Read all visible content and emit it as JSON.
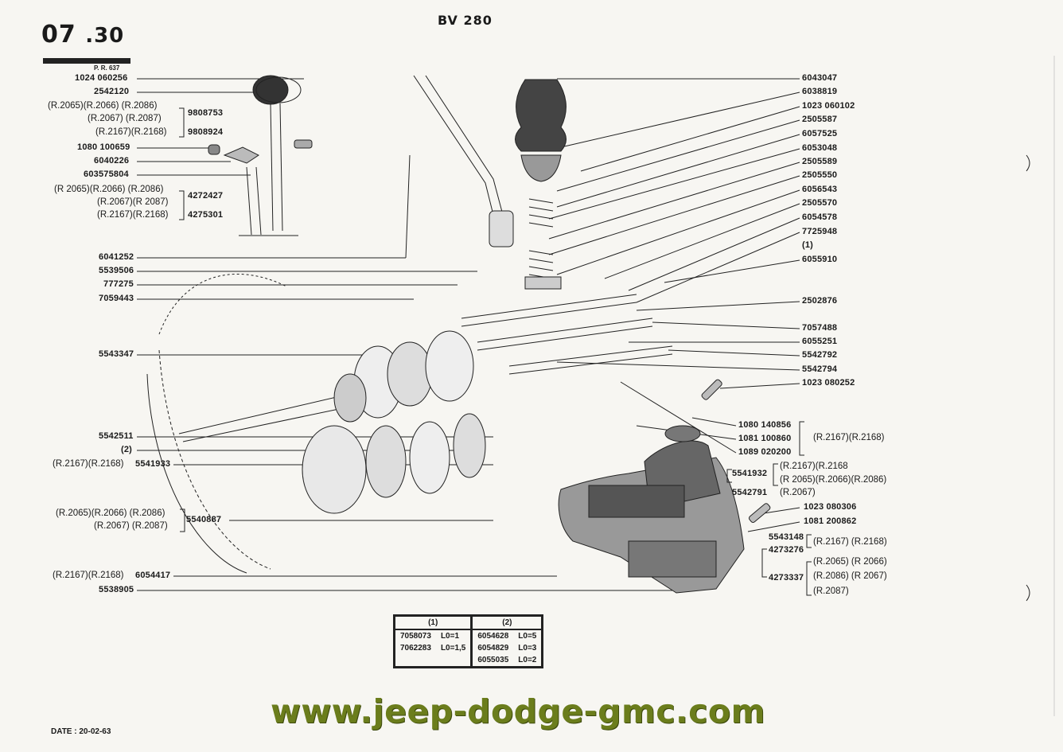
{
  "header": {
    "section_main": "07",
    "section_sub": ".30",
    "pr": "P. R. 637",
    "title": "BV 280"
  },
  "left_labels": [
    "1024 060256",
    "2542120",
    "(R.2065)(R.2066) (R.2086)",
    "(R.2067) (R.2087)",
    "(R.2167)(R.2168)",
    "9808753",
    "9808924",
    "1080 100659",
    "6040226",
    "603575804",
    "(R 2065)(R.2066) (R.2086)",
    "(R.2067)(R 2087)",
    "(R.2167)(R.2168)",
    "4272427",
    "4275301",
    "6041252",
    "5539506",
    "777275",
    "7059443",
    "5543347",
    "5542511",
    "(2)",
    "(R.2167)(R.2168)",
    "5541933",
    "(R.2065)(R.2066) (R.2086)",
    "(R.2067) (R.2087)",
    "5540887",
    "(R.2167)(R.2168)",
    "6054417",
    "5538905"
  ],
  "right_labels": [
    "6043047",
    "6038819",
    "1023 060102",
    "2505587",
    "6057525",
    "6053048",
    "2505589",
    "2505550",
    "6056543",
    "2505570",
    "6054578",
    "7725948",
    "(1)",
    "6055910",
    "2502876",
    "7057488",
    "6055251",
    "5542792",
    "5542794",
    "1023 080252",
    "1080 140856",
    "1081 100860",
    "1089 020200",
    "(R.2167)(R.2168)",
    "5541932",
    "(R.2167)(R.2168",
    "(R 2065)(R.2066)(R.2086)",
    "5542791",
    "(R.2067)",
    "1023 080306",
    "1081 200862",
    "5543148",
    "(R.2167)  (R.2168)",
    "4273276",
    "4273337",
    "(R.2065)  (R 2066)",
    "(R.2086)  (R 2067)",
    "(R.2087)"
  ],
  "tolerance_table": {
    "col1_header": "(1)",
    "col2_header": "(2)",
    "rows": [
      {
        "c1_part": "7058073",
        "c1_lo": "L0=1",
        "c2_part": "6054628",
        "c2_lo": "L0=5"
      },
      {
        "c1_part": "7062283",
        "c1_lo": "L0=1,5",
        "c2_part": "6054829",
        "c2_lo": "L0=3"
      },
      {
        "c1_part": "",
        "c1_lo": "",
        "c2_part": "6055035",
        "c2_lo": "L0=2"
      }
    ]
  },
  "footer": {
    "website": "www.jeep-dodge-gmc.com",
    "date": "DATE : 20-02-63"
  }
}
